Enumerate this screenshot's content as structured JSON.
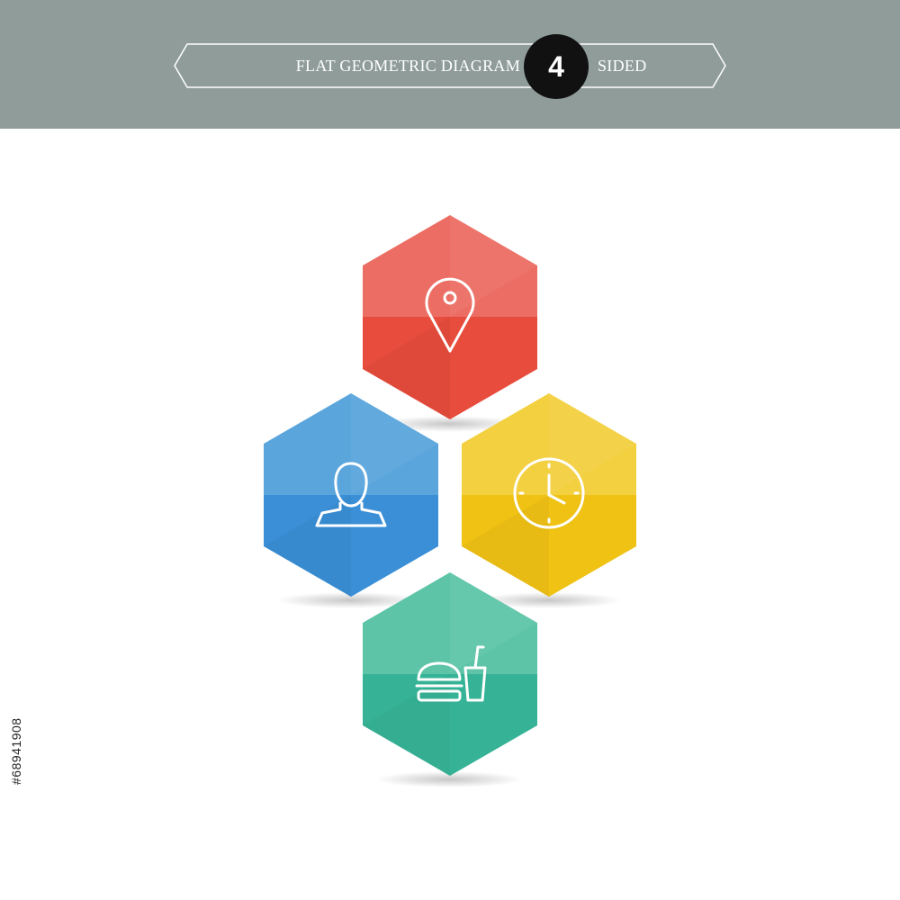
{
  "header": {
    "title_left": "FLAT GEOMETRIC DIAGRAM",
    "badge_number": "4",
    "title_right": "SIDED"
  },
  "side_label": "#68941908",
  "diagram": {
    "hexagons": [
      {
        "name": "red",
        "icon": "location-pin-icon",
        "color_top": "#ec6d63",
        "color_bottom": "#e74c3c"
      },
      {
        "name": "blue",
        "icon": "user-icon",
        "color_top": "#5aa5dc",
        "color_bottom": "#3a8fd6"
      },
      {
        "name": "yellow",
        "icon": "clock-icon",
        "color_top": "#f3d040",
        "color_bottom": "#efc214"
      },
      {
        "name": "green",
        "icon": "burger-drink-icon",
        "color_top": "#5dc4a8",
        "color_bottom": "#36b396"
      }
    ]
  },
  "colors": {
    "header_band": "#8f9c9a",
    "badge": "#111111",
    "icon_stroke": "#ffffff"
  }
}
